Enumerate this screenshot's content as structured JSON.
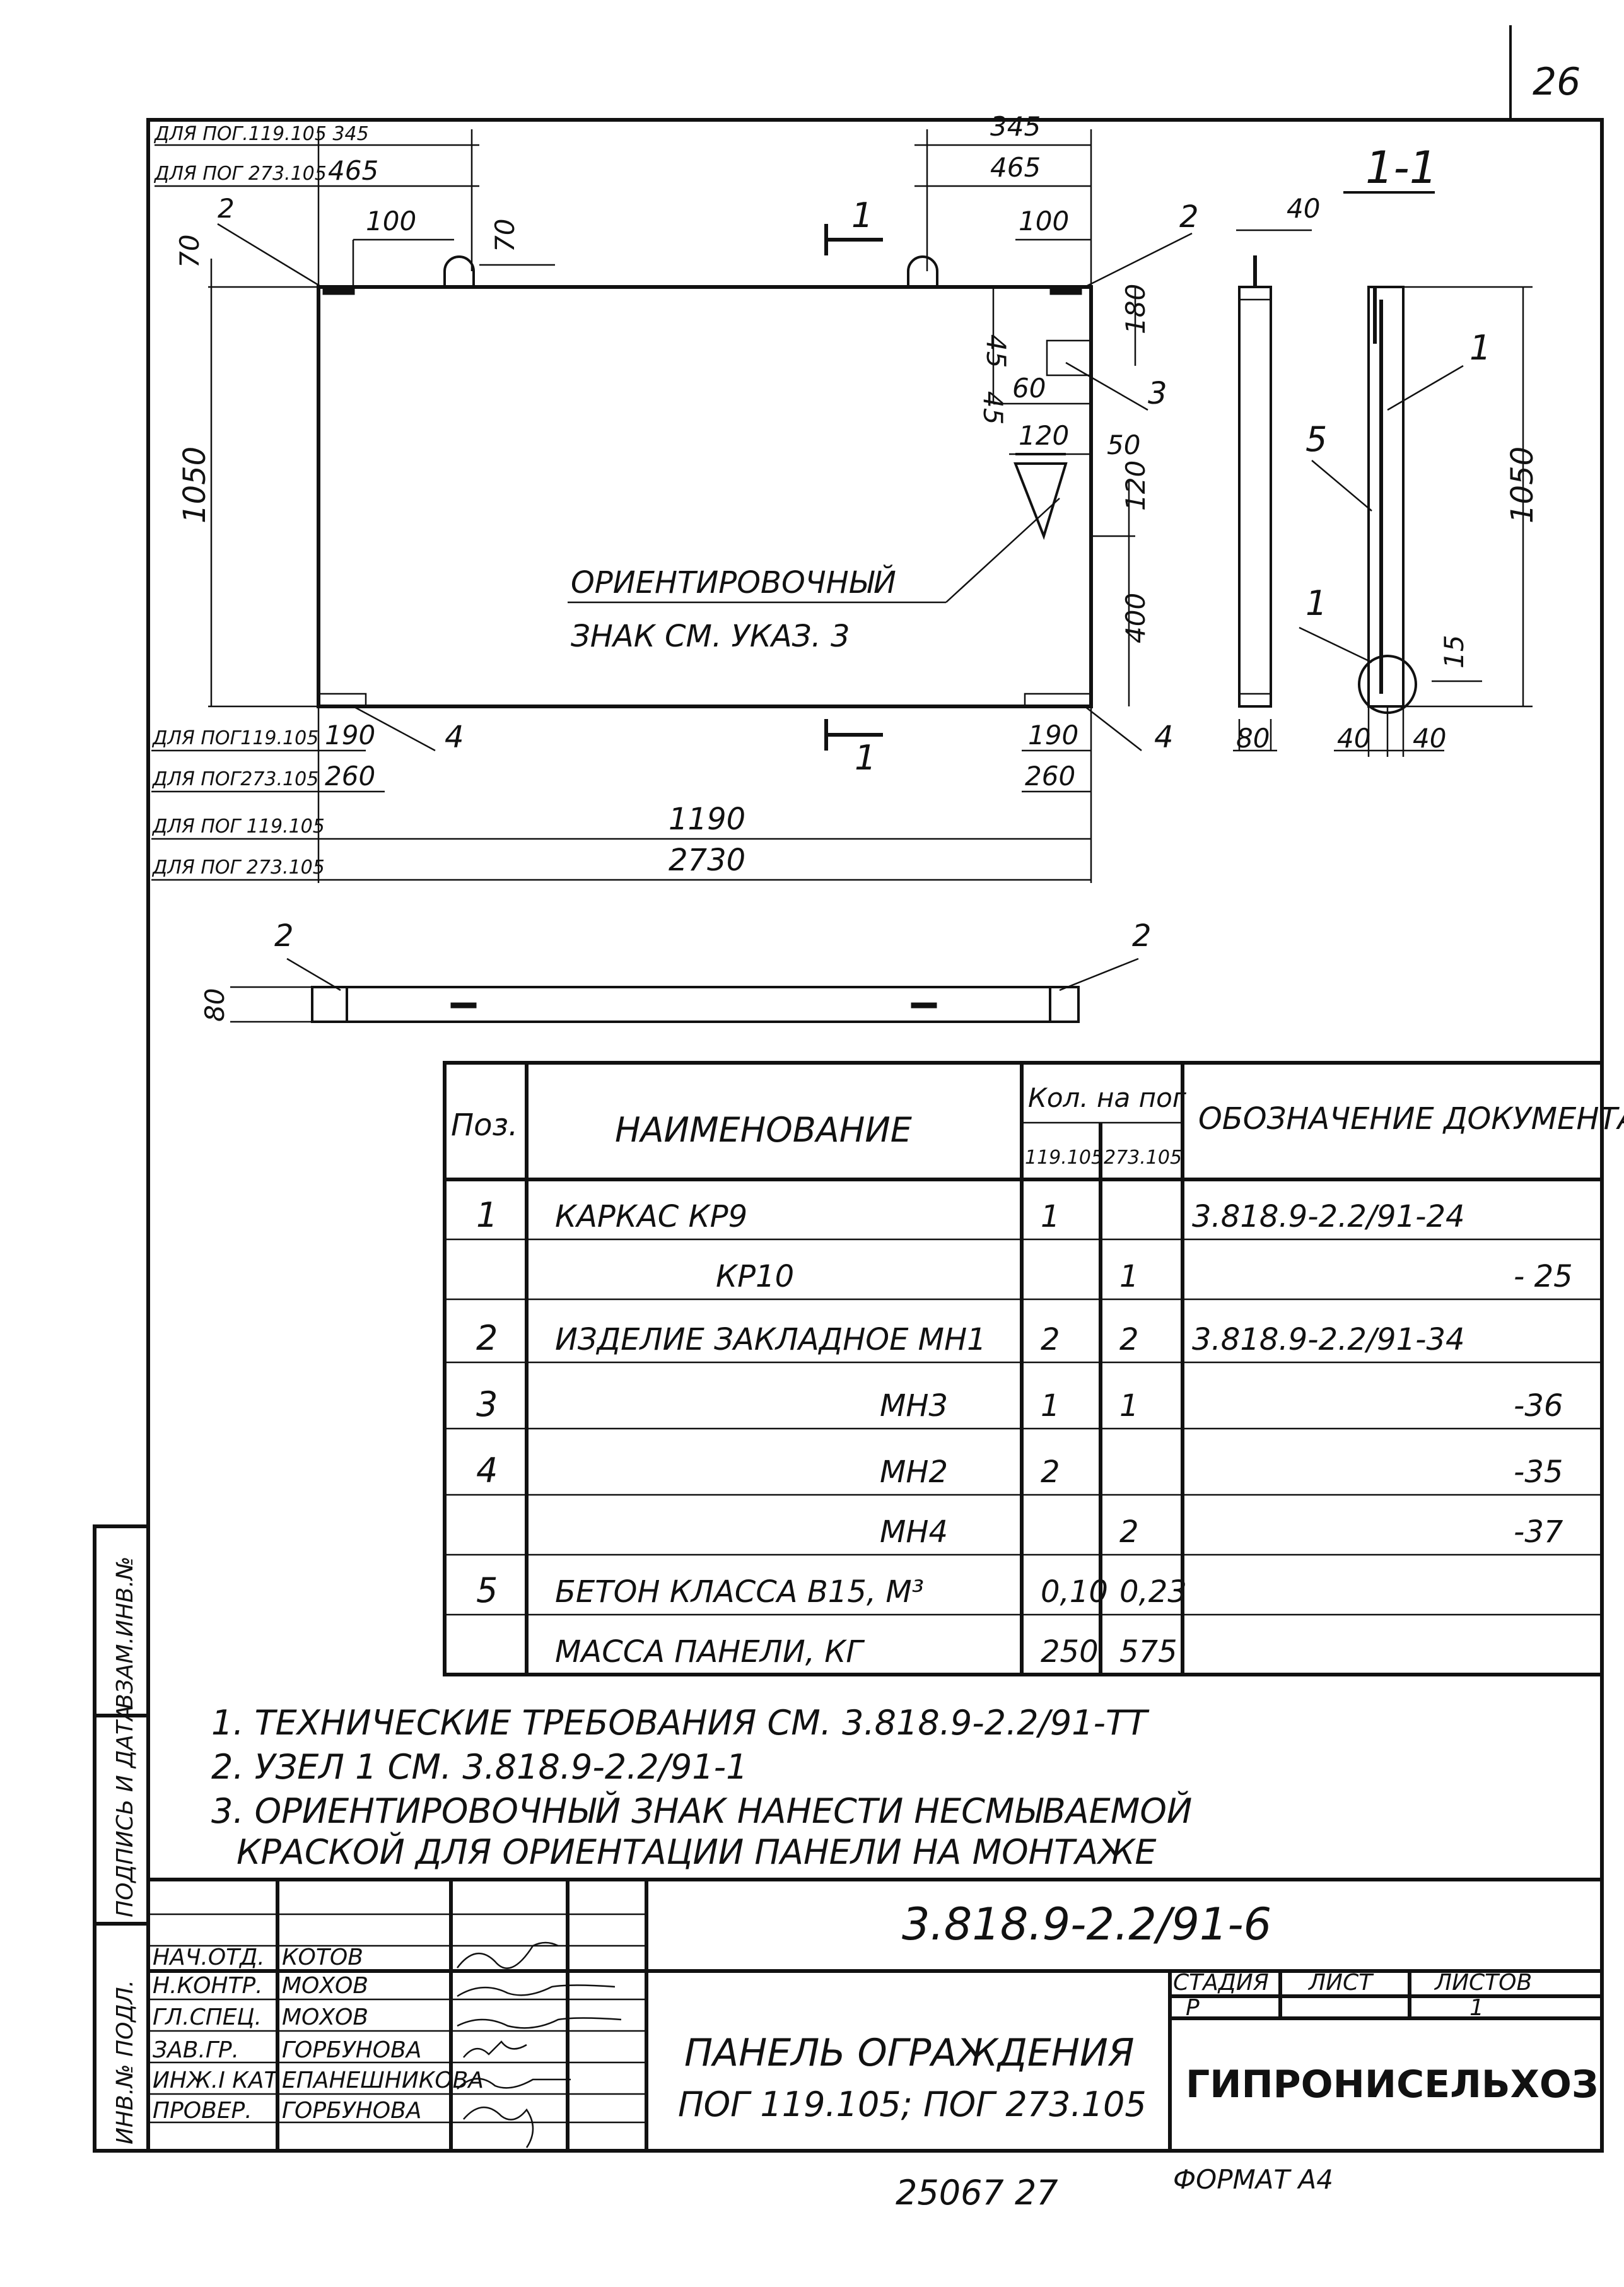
{
  "sheet_number": "26",
  "dims": {
    "for_119_345": "ДЛЯ ПОГ.119.105  345",
    "for_273_465_label": "ДЛЯ ПОГ 273.105",
    "d465a": "465",
    "d345b": "345",
    "d465b": "465",
    "d100a": "100",
    "d100b": "100",
    "d70a": "70",
    "d70b": "70",
    "d1050": "1050",
    "d45a": "45",
    "d45b": "45",
    "d60": "60",
    "d180": "180",
    "d120a": "120",
    "d50": "50",
    "d120b": "120",
    "d400": "400",
    "for_119_190": "ДЛЯ ПОГ119.105",
    "d190a": "190",
    "for_273_260": "ДЛЯ ПОГ273.105",
    "d260a": "260",
    "d190b": "190",
    "d260b": "260",
    "for_119_1190": "ДЛЯ ПОГ 119.105",
    "d1190": "1190",
    "for_273_2730": "ДЛЯ ПОГ 273.105",
    "d2730": "2730",
    "d80side": "80",
    "d80bottom": "80",
    "section_40top": "40",
    "section_1050": "1050",
    "section_15": "15",
    "section_40a": "40",
    "section_40b": "40"
  },
  "callouts": {
    "c2_tl": "2",
    "c2_tr": "2",
    "c3": "3",
    "c4_bl": "4",
    "c4_br": "4",
    "c2_bot_l": "2",
    "c2_bot_r": "2",
    "s1_top": "1",
    "s1_bot": "1",
    "sec_1": "1",
    "sec_5": "5",
    "sec_1b": "1"
  },
  "section_title": "1-1",
  "orientation_note_line1": "ОРИЕНТИРОВОЧНЫЙ",
  "orientation_note_line2": "ЗНАК  СМ.  УКАЗ. 3",
  "spec_table": {
    "headers": {
      "pos": "Поз.",
      "name": "НАИМЕНОВАНИЕ",
      "qty": "Кол. на пог",
      "qty_a": "119.105",
      "qty_b": "273.105",
      "doc": "ОБОЗНАЧЕНИЕ ДОКУМЕНТА"
    },
    "rows": [
      {
        "pos": "1",
        "name": "КАРКАС  КР9",
        "qa": "1",
        "qb": "",
        "doc": "3.818.9-2.2/91-24"
      },
      {
        "pos": "",
        "name": "КР10",
        "qa": "",
        "qb": "1",
        "doc": "- 25"
      },
      {
        "pos": "2",
        "name": "ИЗДЕЛИЕ ЗАКЛАДНОЕ  МН1",
        "qa": "2",
        "qb": "2",
        "doc": "3.818.9-2.2/91-34"
      },
      {
        "pos": "3",
        "name": "МН3",
        "qa": "1",
        "qb": "1",
        "doc": "-36"
      },
      {
        "pos": "4",
        "name": "МН2",
        "qa": "2",
        "qb": "",
        "doc": "-35"
      },
      {
        "pos": "",
        "name": "МН4",
        "qa": "",
        "qb": "2",
        "doc": "-37"
      },
      {
        "pos": "5",
        "name": "БЕТОН  КЛАССА В15, М³",
        "qa": "0,10",
        "qb": "0,23",
        "doc": ""
      },
      {
        "pos": "",
        "name": "МАССА  ПАНЕЛИ,  КГ",
        "qa": "250",
        "qb": "575",
        "doc": ""
      }
    ]
  },
  "notes": [
    "1. ТЕХНИЧЕСКИЕ  ТРЕБОВАНИЯ  СМ. 3.818.9-2.2/91-ТТ",
    "2. УЗЕЛ  1  СМ.  3.818.9-2.2/91-1",
    "3. ОРИЕНТИРОВОЧНЫЙ  ЗНАК  НАНЕСТИ  НЕСМЫВАЕМОЙ",
    "КРАСКОЙ  ДЛЯ  ОРИЕНТАЦИИ  ПАНЕЛИ  НА  МОНТАЖЕ"
  ],
  "left_strip": {
    "a": "ИНВ.№ ПОДЛ.",
    "b": "ПОДПИСЬ И ДАТА",
    "c": "ВЗАМ.ИНВ.№"
  },
  "title_block": {
    "code": "3.818.9-2.2/91-6",
    "title_line1": "ПАНЕЛЬ  ОГРАЖДЕНИЯ",
    "title_line2": "ПОГ 119.105;  ПОГ 273.105",
    "stage_label": "СТАДИЯ",
    "sheet_label": "ЛИСТ",
    "sheets_label": "ЛИСТОВ",
    "stage": "Р",
    "sheet": "",
    "sheets": "1",
    "org": "ГИПРОНИСЕЛЬХОЗ",
    "people": [
      {
        "role": "НАЧ.ОТД.",
        "name": "КОТОВ"
      },
      {
        "role": "Н.КОНТР.",
        "name": "МОХОВ"
      },
      {
        "role": "ГЛ.СПЕЦ.",
        "name": "МОХОВ"
      },
      {
        "role": "ЗАВ.ГР.",
        "name": "ГОРБУНОВА"
      },
      {
        "role": "ИНЖ.I КАТ",
        "name": "ЕПАНЕШНИКОВА"
      },
      {
        "role": "ПРОВЕР.",
        "name": "ГОРБУНОВА"
      }
    ]
  },
  "footer": {
    "number": "25067   27",
    "format": "ФОРМАТ А4"
  }
}
